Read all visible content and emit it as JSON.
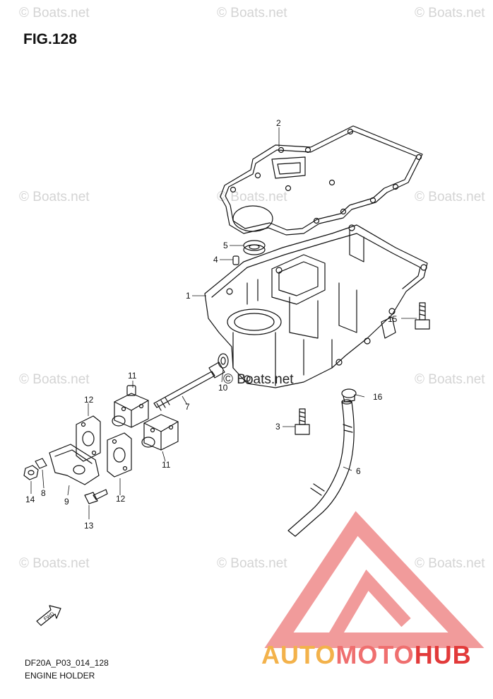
{
  "figure": {
    "title": "FIG.128",
    "code": "DF20A_P03_014_128",
    "name": "ENGINE HOLDER"
  },
  "watermark": {
    "text": "© Boats.net"
  },
  "callouts": [
    "1",
    "2",
    "3",
    "4",
    "5",
    "6",
    "7",
    "8",
    "9",
    "10",
    "11",
    "11",
    "12",
    "12",
    "13",
    "14",
    "15",
    "16"
  ],
  "fwd_arrow_label": "FWD",
  "logo": {
    "part1": "AUTO",
    "part2": "MOTO",
    "part3": "HUB",
    "colors": {
      "auto": "#f3b24b",
      "moto": "#ef6f6f",
      "hub": "#e23a3a",
      "triangle": "#ef8a8a"
    }
  }
}
